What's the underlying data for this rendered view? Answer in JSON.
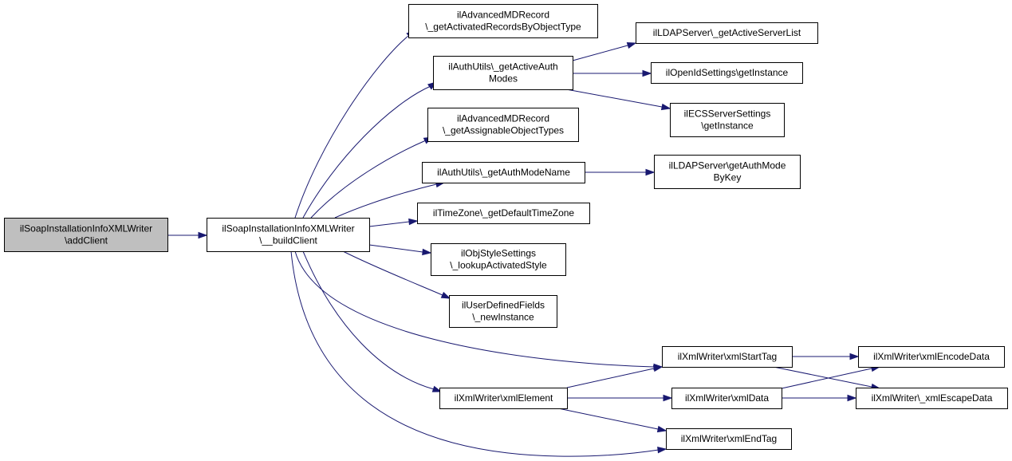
{
  "graph": {
    "nodes": [
      {
        "id": "root",
        "lines": [
          "ilSoapInstallationInfoXMLWriter",
          "\\addClient"
        ],
        "highlighted": true
      },
      {
        "id": "build",
        "lines": [
          "ilSoapInstallationInfoXMLWriter",
          "\\__buildClient"
        ]
      },
      {
        "id": "advRec",
        "lines": [
          "ilAdvancedMDRecord",
          "\\_getActivatedRecordsByObjectType"
        ]
      },
      {
        "id": "authModes",
        "lines": [
          "ilAuthUtils\\_getActiveAuth",
          "Modes"
        ]
      },
      {
        "id": "advTypes",
        "lines": [
          "ilAdvancedMDRecord",
          "\\_getAssignableObjectTypes"
        ]
      },
      {
        "id": "authName",
        "lines": [
          "ilAuthUtils\\_getAuthModeName"
        ]
      },
      {
        "id": "tz",
        "lines": [
          "ilTimeZone\\_getDefaultTimeZone"
        ]
      },
      {
        "id": "objStyle",
        "lines": [
          "ilObjStyleSettings",
          "\\_lookupActivatedStyle"
        ]
      },
      {
        "id": "udf",
        "lines": [
          "ilUserDefinedFields",
          "\\_newInstance"
        ]
      },
      {
        "id": "ldapList",
        "lines": [
          "ilLDAPServer\\_getActiveServerList"
        ]
      },
      {
        "id": "openid",
        "lines": [
          "ilOpenIdSettings\\getInstance"
        ]
      },
      {
        "id": "ecs",
        "lines": [
          "ilECSServerSettings",
          "\\getInstance"
        ]
      },
      {
        "id": "ldapKey",
        "lines": [
          "ilLDAPServer\\getAuthMode",
          "ByKey"
        ]
      },
      {
        "id": "startTag",
        "lines": [
          "ilXmlWriter\\xmlStartTag"
        ]
      },
      {
        "id": "element",
        "lines": [
          "ilXmlWriter\\xmlElement"
        ]
      },
      {
        "id": "xdata",
        "lines": [
          "ilXmlWriter\\xmlData"
        ]
      },
      {
        "id": "endTag",
        "lines": [
          "ilXmlWriter\\xmlEndTag"
        ]
      },
      {
        "id": "encode",
        "lines": [
          "ilXmlWriter\\xmlEncodeData"
        ]
      },
      {
        "id": "escape",
        "lines": [
          "ilXmlWriter\\_xmlEscapeData"
        ]
      }
    ],
    "edges": [
      {
        "from": "root",
        "to": "build"
      },
      {
        "from": "build",
        "to": "advRec"
      },
      {
        "from": "build",
        "to": "authModes"
      },
      {
        "from": "build",
        "to": "advTypes"
      },
      {
        "from": "build",
        "to": "authName"
      },
      {
        "from": "build",
        "to": "tz"
      },
      {
        "from": "build",
        "to": "objStyle"
      },
      {
        "from": "build",
        "to": "udf"
      },
      {
        "from": "build",
        "to": "startTag"
      },
      {
        "from": "build",
        "to": "element"
      },
      {
        "from": "build",
        "to": "endTag"
      },
      {
        "from": "authModes",
        "to": "ldapList"
      },
      {
        "from": "authModes",
        "to": "openid"
      },
      {
        "from": "authModes",
        "to": "ecs"
      },
      {
        "from": "authName",
        "to": "ldapKey"
      },
      {
        "from": "startTag",
        "to": "encode"
      },
      {
        "from": "startTag",
        "to": "escape"
      },
      {
        "from": "element",
        "to": "startTag"
      },
      {
        "from": "element",
        "to": "xdata"
      },
      {
        "from": "element",
        "to": "endTag"
      },
      {
        "from": "xdata",
        "to": "encode"
      },
      {
        "from": "xdata",
        "to": "escape"
      }
    ]
  }
}
